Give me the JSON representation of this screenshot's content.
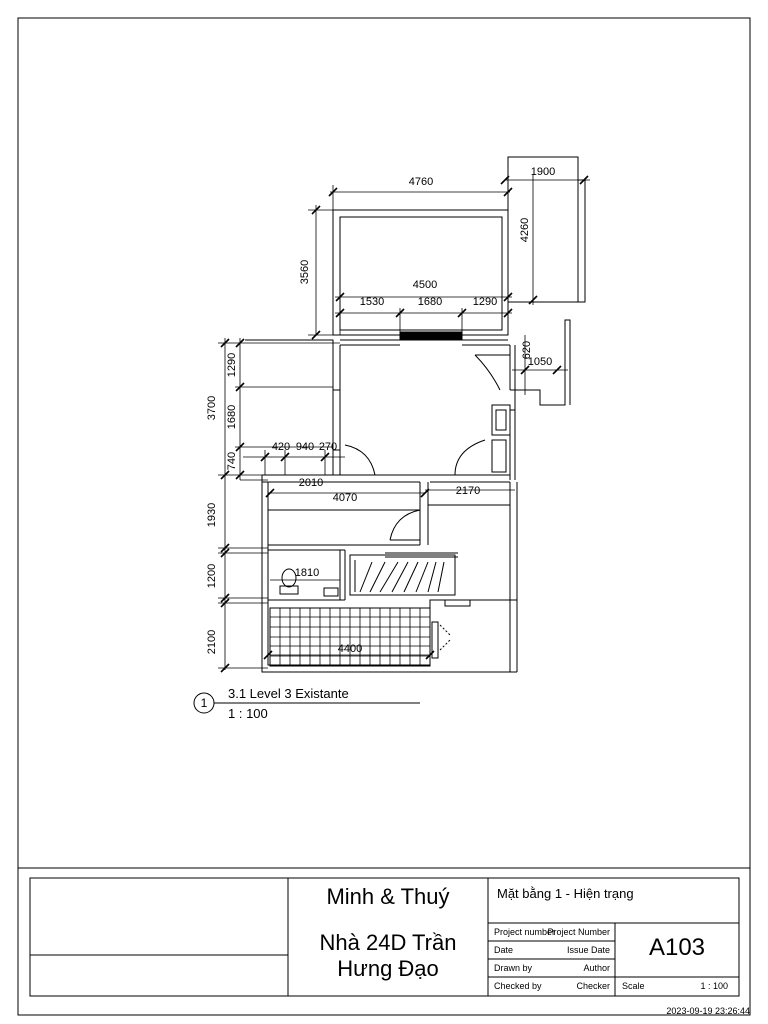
{
  "plan": {
    "view_number": "1",
    "view_title": "3.1 Level 3 Existante",
    "view_scale": "1 : 100",
    "dimensions": {
      "top_overall": "4760",
      "balcony_width": "1900",
      "balcony_depth": "4260",
      "left_depth": "3560",
      "inner_width": "4500",
      "seg_a": "1530",
      "seg_b": "1680",
      "seg_c": "1290",
      "small_a": "620",
      "small_b": "1050",
      "left_overall": "3700",
      "left_1": "1290",
      "left_2": "1680",
      "left_3": "740",
      "mid_420": "420",
      "mid_940": "940",
      "mid_270": "270",
      "w_2010": "2010",
      "w_4070": "4070",
      "w_2170": "2170",
      "h_1930": "1930",
      "h_1200": "1200",
      "h_2100": "2100",
      "w_1810": "1810",
      "w_4400": "4400"
    }
  },
  "title_block": {
    "client": "Minh & Thuý",
    "project_name": "Nhà 24D Trần Hưng Đạo",
    "sheet_name": "Mặt bằng 1 - Hiện trạng",
    "sheet_number": "A103",
    "rows": [
      {
        "label": "Project number",
        "value": "Project Number"
      },
      {
        "label": "Date",
        "value": "Issue Date"
      },
      {
        "label": "Drawn by",
        "value": "Author"
      },
      {
        "label": "Checked by",
        "value": "Checker"
      }
    ],
    "scale_label": "Scale",
    "scale_value": "1 : 100"
  },
  "timestamp": "2023-09-19 23:26:44"
}
